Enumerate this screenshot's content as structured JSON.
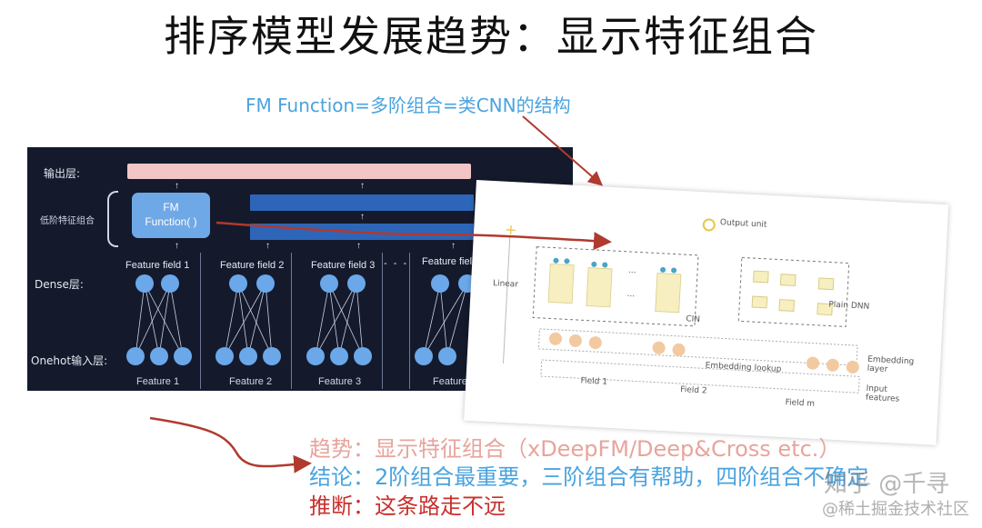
{
  "title": "排序模型发展趋势：显示特征组合",
  "fm_note": "FM Function=多阶组合=类CNN的结构",
  "left_diagram": {
    "output_layer": "输出层:",
    "low_order_label": "低阶特征组合",
    "fm_box_line1": "FM",
    "fm_box_line2": "Function( )",
    "dense_layer": "Dense层:",
    "onehot_layer": "Onehot输入层:",
    "fields": [
      "Feature field 1",
      "Feature field 2",
      "Feature field 3",
      "Feature field N"
    ],
    "ellipsis": "- - -",
    "features": [
      "Feature 1",
      "Feature 2",
      "Feature 3",
      "Feature N"
    ]
  },
  "right_diagram": {
    "output_unit": "Output unit",
    "linear": "Linear",
    "cin": "CIN",
    "plain_dnn": "Plain DNN",
    "embedding_layer": "Embedding\nlayer",
    "embedding_lookup": "Embedding lookup",
    "input_features": "Input\nfeatures",
    "fields": [
      "Field 1",
      "Field 2",
      "Field m"
    ],
    "ellipsis": "..."
  },
  "bottom": {
    "trend": "趋势：显示特征组合（xDeepFM/Deep&Cross etc.）",
    "conclusion": "结论：2阶组合最重要，三阶组合有帮助，四阶组合不确定",
    "inference": "推断：这条路走不远"
  },
  "watermark": {
    "zhihu": "知乎 @千寻",
    "juejin": "@稀土掘金技术社区"
  },
  "colors": {
    "trend": "#e8a49c",
    "conclusion": "#4aa3df",
    "inference": "#c9302c",
    "arrow": "#b03a2e",
    "panel_bg": "#141a2c"
  }
}
